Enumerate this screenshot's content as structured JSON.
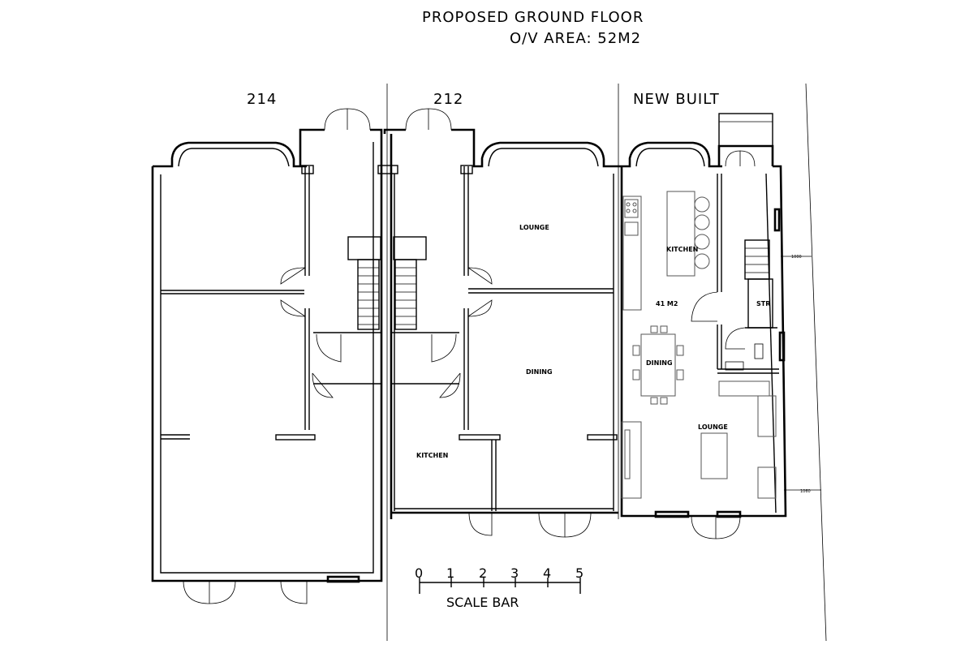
{
  "title": {
    "line1": "PROPOSED GROUND FLOOR",
    "line2": "O/V AREA: 52M2"
  },
  "houses": {
    "left": "214",
    "middle": "212",
    "right": "NEW BUILT"
  },
  "rooms": {
    "lounge_212": "LOUNGE",
    "dining_212": "DINING",
    "kitchen_212": "KITCHEN",
    "kitchen_new": "KITCHEN",
    "area_new": "41  M2",
    "str_new": "STR",
    "dining_new": "DINING",
    "lounge_new": "LOUNGE"
  },
  "dimensions": {
    "upper": "1000",
    "lower": "1060"
  },
  "scale_bar": {
    "label": "SCALE BAR",
    "ticks": [
      "0",
      "1",
      "2",
      "3",
      "4",
      "5"
    ]
  }
}
